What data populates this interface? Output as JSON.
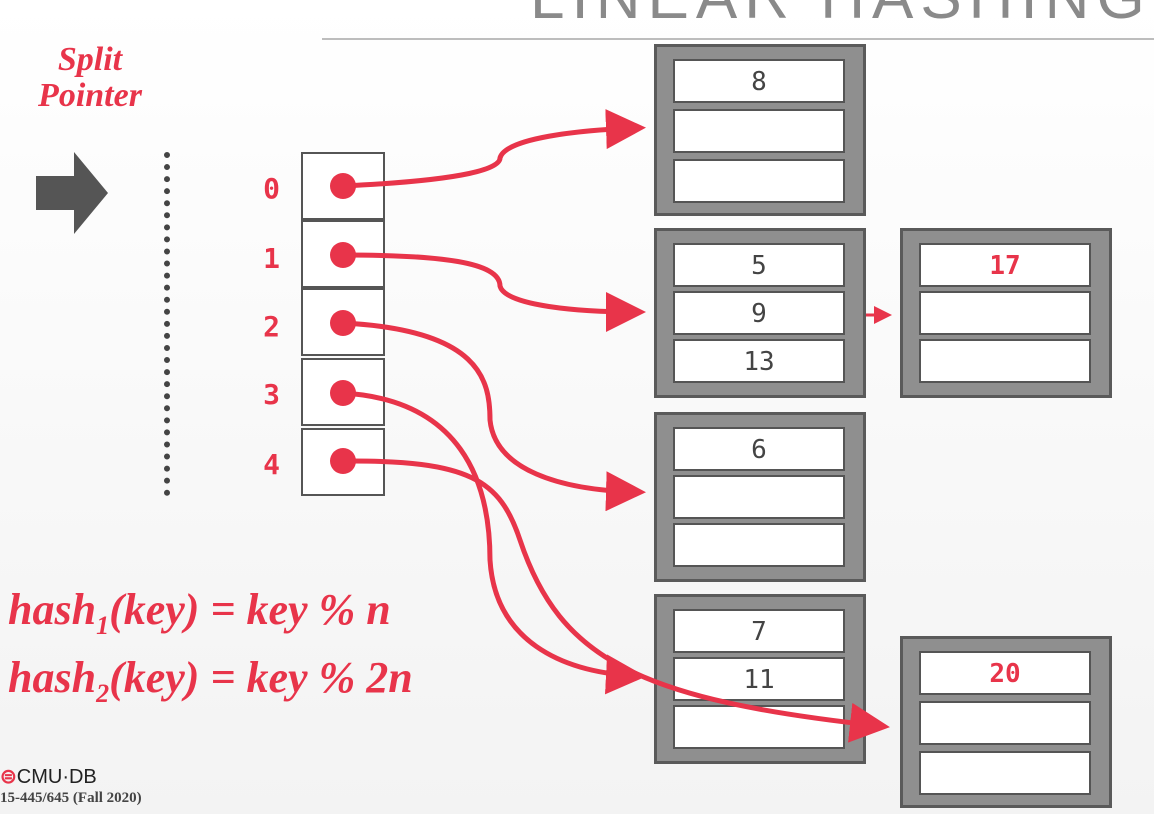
{
  "title": "LINEAR HASHING",
  "split_pointer_label": "Split Pointer",
  "directory": {
    "indices": [
      "0",
      "1",
      "2",
      "3",
      "4"
    ]
  },
  "buckets": [
    {
      "slots": [
        "8",
        "",
        ""
      ]
    },
    {
      "slots": [
        "5",
        "9",
        "13"
      ]
    },
    {
      "slots": [
        "6",
        "",
        ""
      ]
    },
    {
      "slots": [
        "7",
        "11",
        ""
      ]
    }
  ],
  "overflow_buckets": [
    {
      "slots": [
        "17",
        "",
        ""
      ]
    },
    {
      "slots": [
        "20",
        "",
        ""
      ]
    }
  ],
  "formulas": {
    "hash1_prefix": "hash",
    "hash1_sub": "1",
    "hash1_rest": "(key) = key % n",
    "hash2_prefix": "hash",
    "hash2_sub": "2",
    "hash2_rest": "(key) = key % 2n"
  },
  "footer": {
    "logo_mark": "⊜",
    "logo_text": "CMU·DB",
    "course": "15-445/645 (Fall 2020)"
  },
  "colors": {
    "accent": "#e8344a",
    "bucket_fill": "#8f8f8f",
    "dark": "#5a5a5a"
  },
  "icons": [
    "split-pointer-arrow-icon"
  ]
}
